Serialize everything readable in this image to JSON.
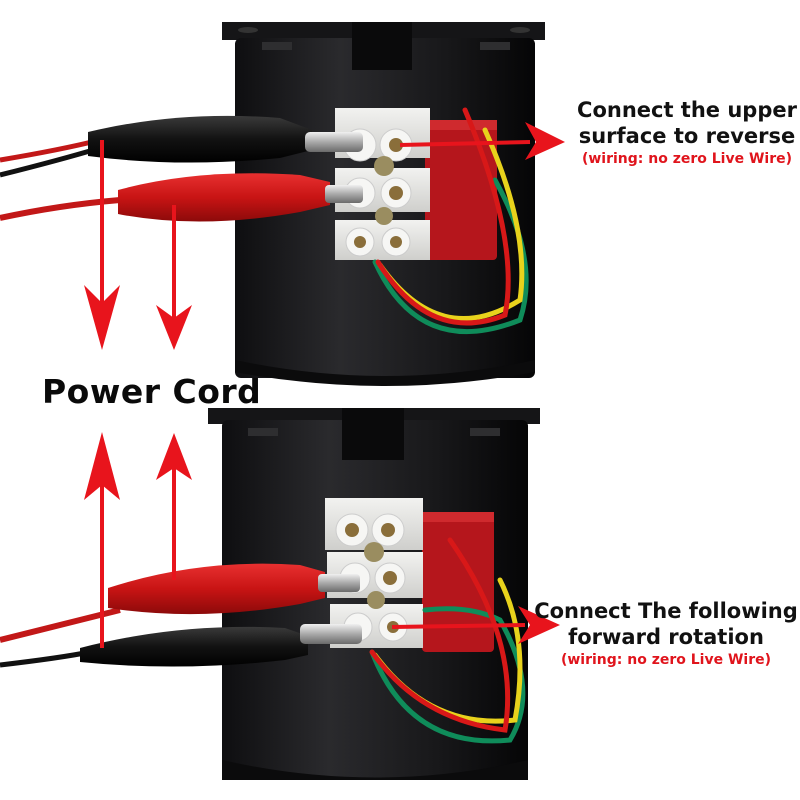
{
  "image": {
    "subject": "AC synchronous motor wiring diagram",
    "colors": {
      "arrow": "#e8141c",
      "motor_body": "#1c1c1e",
      "terminal_block": "#e8e8e6",
      "capacitor": "#b5161c",
      "wire_red": "#d81818",
      "wire_yellow": "#e8d21c",
      "wire_green": "#0f8c5a",
      "clip_black": "#141414",
      "clip_red": "#d41a1a",
      "note_text": "#e0141c"
    }
  },
  "labels": {
    "power_cord": "Power Cord",
    "top": {
      "line1": "Connect the upper",
      "line2": "surface to reverse",
      "note": "(wiring: no zero Live Wire)"
    },
    "bottom": {
      "line1": "Connect The following",
      "line2": "forward rotation",
      "note": "(wiring: no zero Live Wire)"
    }
  }
}
